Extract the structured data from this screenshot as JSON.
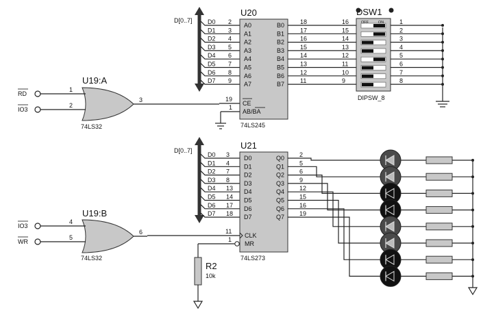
{
  "u20": {
    "ref": "U20",
    "part": "74LS245",
    "left_pins": [
      [
        "D0",
        "2",
        "A0"
      ],
      [
        "D1",
        "3",
        "A1"
      ],
      [
        "D2",
        "4",
        "A2"
      ],
      [
        "D3",
        "5",
        "A3"
      ],
      [
        "D4",
        "6",
        "A4"
      ],
      [
        "D5",
        "7",
        "A5"
      ],
      [
        "D6",
        "8",
        "A6"
      ],
      [
        "D7",
        "9",
        "A7"
      ]
    ],
    "right_pins": [
      [
        "B0",
        "18",
        "16",
        "1"
      ],
      [
        "B1",
        "17",
        "15",
        "2"
      ],
      [
        "B2",
        "16",
        "14",
        "3"
      ],
      [
        "B3",
        "15",
        "13",
        "4"
      ],
      [
        "B4",
        "14",
        "12",
        "5"
      ],
      [
        "B5",
        "13",
        "11",
        "6"
      ],
      [
        "B6",
        "12",
        "10",
        "7"
      ],
      [
        "B7",
        "11",
        "9",
        "8"
      ]
    ],
    "ce_pin": "19",
    "ce_label": "CE",
    "dir_pin": "1",
    "dir_label": "AB/BA"
  },
  "bus_label": "D[0..7]",
  "dsw": {
    "ref": "DSW1",
    "part": "DIPSW_8",
    "off": "OFF",
    "on": "ON"
  },
  "u19a": {
    "ref": "U19:A",
    "part": "74LS32",
    "in1": "RD",
    "in1_pin": "1",
    "in2": "IO3",
    "in2_pin": "2",
    "out_pin": "3"
  },
  "u19b": {
    "ref": "U19:B",
    "part": "74LS32",
    "in1": "IO3",
    "in1_pin": "4",
    "in2": "WR",
    "in2_pin": "5",
    "out_pin": "6"
  },
  "u21": {
    "ref": "U21",
    "part": "74LS273",
    "left_pins": [
      [
        "D0",
        "3",
        "D0"
      ],
      [
        "D1",
        "4",
        "D1"
      ],
      [
        "D2",
        "7",
        "D2"
      ],
      [
        "D3",
        "8",
        "D3"
      ],
      [
        "D4",
        "13",
        "D4"
      ],
      [
        "D5",
        "14",
        "D5"
      ],
      [
        "D6",
        "17",
        "D6"
      ],
      [
        "D7",
        "18",
        "D7"
      ]
    ],
    "right_pins": [
      [
        "Q0",
        "2"
      ],
      [
        "Q1",
        "5"
      ],
      [
        "Q2",
        "6"
      ],
      [
        "Q3",
        "9"
      ],
      [
        "Q4",
        "12"
      ],
      [
        "Q5",
        "15"
      ],
      [
        "Q6",
        "16"
      ],
      [
        "Q7",
        "19"
      ]
    ],
    "clk_pin": "11",
    "clk_label": "CLK",
    "mr_pin": "1",
    "mr_label": "MR"
  },
  "r2": {
    "ref": "R2",
    "value": "10k"
  }
}
